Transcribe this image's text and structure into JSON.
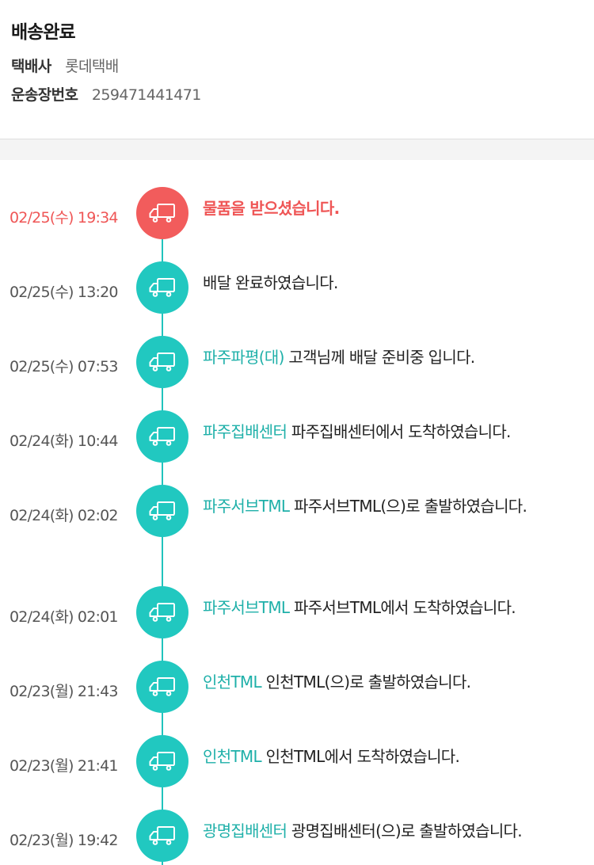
{
  "delivery": {
    "status": "배송완료",
    "courier_label": "택배사",
    "courier_value": "롯데택배",
    "tracking_label": "운송장번호",
    "tracking_value": "259471441471"
  },
  "events": [
    {
      "time": "02/25(수) 19:34",
      "location": "",
      "message": "물품을 받으셨습니다.",
      "icon": "truck-icon"
    },
    {
      "time": "02/25(수) 13:20",
      "location": "",
      "message": "배달 완료하였습니다.",
      "icon": "truck-icon"
    },
    {
      "time": "02/25(수) 07:53",
      "location": "파주파평(대)",
      "message": "고객님께 배달 준비중 입니다.",
      "icon": "truck-icon"
    },
    {
      "time": "02/24(화) 10:44",
      "location": "파주집배센터",
      "message": "파주집배센터에서 도착하였습니다.",
      "icon": "truck-icon"
    },
    {
      "time": "02/24(화) 02:02",
      "location": "파주서브TML",
      "message": "파주서브TML(으)로 출발하였습니다.",
      "icon": "truck-icon"
    },
    {
      "time": "02/24(화) 02:01",
      "location": "파주서브TML",
      "message": "파주서브TML에서 도착하였습니다.",
      "icon": "truck-icon"
    },
    {
      "time": "02/23(월) 21:43",
      "location": "인천TML",
      "message": "인천TML(으)로 출발하였습니다.",
      "icon": "truck-icon"
    },
    {
      "time": "02/23(월) 21:41",
      "location": "인천TML",
      "message": "인천TML에서 도착하였습니다.",
      "icon": "truck-icon"
    },
    {
      "time": "02/23(월) 19:42",
      "location": "광명집배센터",
      "message": "광명집배센터(으)로 출발하였습니다.",
      "icon": "truck-icon"
    }
  ],
  "colors": {
    "accent": "#21c8c0",
    "latest": "#f25c5c",
    "location_text": "#1fb0a9"
  }
}
